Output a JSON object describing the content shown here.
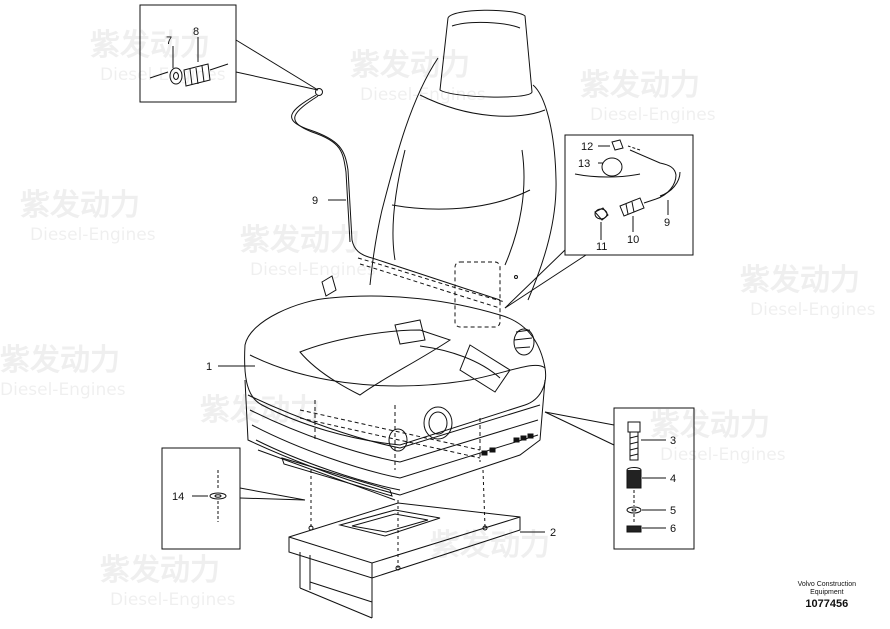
{
  "watermark": {
    "cn": "紫发动力",
    "en": "Diesel-Engines"
  },
  "callouts": {
    "c1": "1",
    "c2": "2",
    "c3": "3",
    "c4": "4",
    "c5": "5",
    "c6": "6",
    "c7": "7",
    "c8": "8",
    "c9a": "9",
    "c9b": "9",
    "c10": "10",
    "c11": "11",
    "c12": "12",
    "c13": "13",
    "c14": "14"
  },
  "reference": {
    "company_line1": "Volvo Construction",
    "company_line2": "Equipment",
    "number": "1077456"
  }
}
